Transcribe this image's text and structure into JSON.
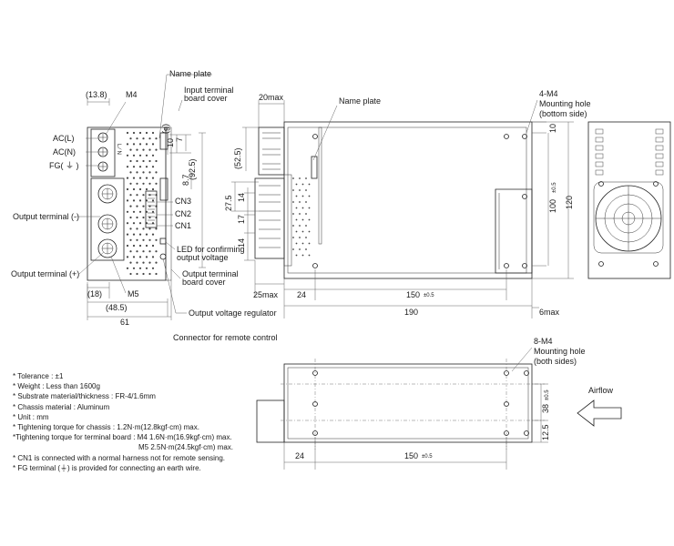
{
  "front_view": {
    "terminal_labels": [
      "AC(L)",
      "AC(N)",
      "FG( ⏚ )"
    ],
    "output_minus": "Output terminal (-)",
    "output_plus": "Output terminal (+)",
    "name_plate": "Name plate",
    "input_cover": [
      "Input terminal",
      "board cover"
    ],
    "led_label": [
      "LED for confirming",
      "output voltage"
    ],
    "output_cover": [
      "Output terminal",
      "board cover"
    ],
    "regulator": "Output voltage regulator",
    "remote_connector": "Connector for remote control",
    "cn_labels": [
      "CN3",
      "CN2",
      "CN1"
    ],
    "dims": {
      "top_13_8": "(13.8)",
      "m4": "M4",
      "d6": "(6)",
      "d10": "10",
      "d7": "7",
      "d8_7": "8.7",
      "d92_5": "(92.5)",
      "d18": "(18)",
      "m5": "M5",
      "d48_5": "(48.5)",
      "d61": "61"
    }
  },
  "side_view": {
    "name_plate": "Name plate",
    "mount_label": [
      "4-M4",
      "Mounting hole",
      "(bottom side)"
    ],
    "dims": {
      "d20max": "20max",
      "d52_5": "(52.5)",
      "d27_5": "27.5",
      "d14a": "14",
      "d17": "17",
      "d14b": "14",
      "d25max": "25max",
      "d24": "24",
      "d150": "150",
      "tol": "±0.5",
      "d190": "190",
      "d6max": "6max",
      "d10": "10",
      "d100": "100",
      "d120": "120"
    }
  },
  "bottom_view": {
    "mount_label": [
      "8-M4",
      "Mounting hole",
      "(both sides)"
    ],
    "airflow": "Airflow",
    "dims": {
      "d24": "24",
      "d150": "150",
      "tol": "±0.5",
      "d38": "38",
      "d12_5": "12.5"
    }
  },
  "notes": [
    "* Tolerance : ±1",
    "* Weight :  Less than 1600g",
    "* Substrate material/thickness : FR-4/1.6mm",
    "* Chassis material : Aluminum",
    "* Unit : mm",
    "* Tightening torque for chassis : 1.2N·m(12.8kgf·cm) max.",
    "*Tightening torque for terminal board : M4 1.6N·m(16.9kgf·cm) max.",
    "M5 2.5N·m(24.5kgf·cm) max.",
    "* CN1 is connected with a normal harness not for remote sensing.",
    "* FG terminal (⏚) is provided for connecting an earth wire."
  ]
}
